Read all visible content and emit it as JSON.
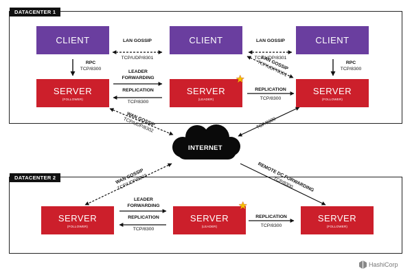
{
  "datacenter1": {
    "title": "DATACENTER 1",
    "client_left": "CLIENT",
    "client_mid": "CLIENT",
    "client_right": "CLIENT",
    "server_left": {
      "name": "SERVER",
      "role": "(FOLLOWER)"
    },
    "server_mid": {
      "name": "SERVER",
      "role": "(LEADER)"
    },
    "server_right": {
      "name": "SERVER",
      "role": "(FOLLOWER)"
    },
    "lan_gossip_1": {
      "name": "LAN GOSSIP",
      "port": "TCP/UDP/8301"
    },
    "lan_gossip_2": {
      "name": "LAN GOSSIP",
      "port": "TCP/UDP/8301"
    },
    "lan_gossip_3": {
      "name": "LAN GOSSIP",
      "port": "TCP/UDP/8301"
    },
    "rpc_left": {
      "name": "RPC",
      "port": "TCP/8300"
    },
    "rpc_right": {
      "name": "RPC",
      "port": "TCP/8300"
    },
    "leader_forwarding": {
      "line1": "LEADER",
      "line2": "FORWARDING"
    },
    "replication_left": {
      "name": "REPLICATION",
      "port": "TCP/8300"
    },
    "replication_right": {
      "name": "REPLICATION",
      "port": "TCP/8300"
    },
    "wan_gossip": {
      "name": "WAN GOSSIP",
      "port": "TCP/UDP/8302"
    },
    "internet_link_port": "TCP/8300"
  },
  "internet": {
    "label": "INTERNET"
  },
  "datacenter2": {
    "title": "DATACENTER 2",
    "server_left": {
      "name": "SERVER",
      "role": "(FOLLOWER)"
    },
    "server_mid": {
      "name": "SERVER",
      "role": "(LEADER)"
    },
    "server_right": {
      "name": "SERVER",
      "role": "(FOLLOWER)"
    },
    "wan_gossip": {
      "name": "WAN GOSSIP",
      "port": "TCP/UDP/8302"
    },
    "remote_dc_forwarding": {
      "name": "REMOTE DC FORWARDING",
      "port": "TCP/8300"
    },
    "leader_forwarding": {
      "line1": "LEADER",
      "line2": "FORWARDING"
    },
    "replication_left": {
      "name": "REPLICATION",
      "port": "TCP/8300"
    },
    "replication_right": {
      "name": "REPLICATION",
      "port": "TCP/8300"
    }
  },
  "brand": {
    "name": "HashiCorp",
    "icon": "hashicorp-logo-icon"
  },
  "colors": {
    "client": "#6a3e9f",
    "server": "#cc1f2b",
    "leader_star": "#f3c300"
  }
}
